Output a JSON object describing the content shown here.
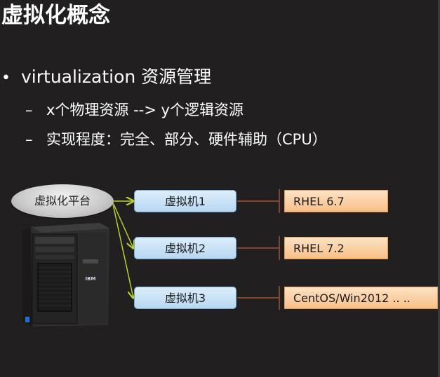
{
  "slide": {
    "title": "虚拟化概念",
    "bullet": {
      "symbol": "•",
      "text": "virtualization 资源管理",
      "subitems": [
        {
          "dash": "–",
          "text": "x个物理资源 --> y个逻辑资源"
        },
        {
          "dash": "–",
          "text": "实现程度：完全、部分、硬件辅助（CPU）"
        }
      ]
    }
  },
  "diagram": {
    "platform": "虚拟化平台",
    "server_brand": "IBM",
    "vms": [
      "虚拟机1",
      "虚拟机2",
      "虚拟机3"
    ],
    "oses": [
      "RHEL 6.7",
      "RHEL 7.2",
      "CentOS/Win2012 .. .."
    ]
  },
  "colors": {
    "background": "#221f20",
    "vm_fill": "#c6e0f5",
    "os_fill": "#fbd1a6",
    "arrow": "#b8d22a",
    "connector": "#a0522d"
  },
  "icons": {
    "server": "tower-server-icon"
  }
}
